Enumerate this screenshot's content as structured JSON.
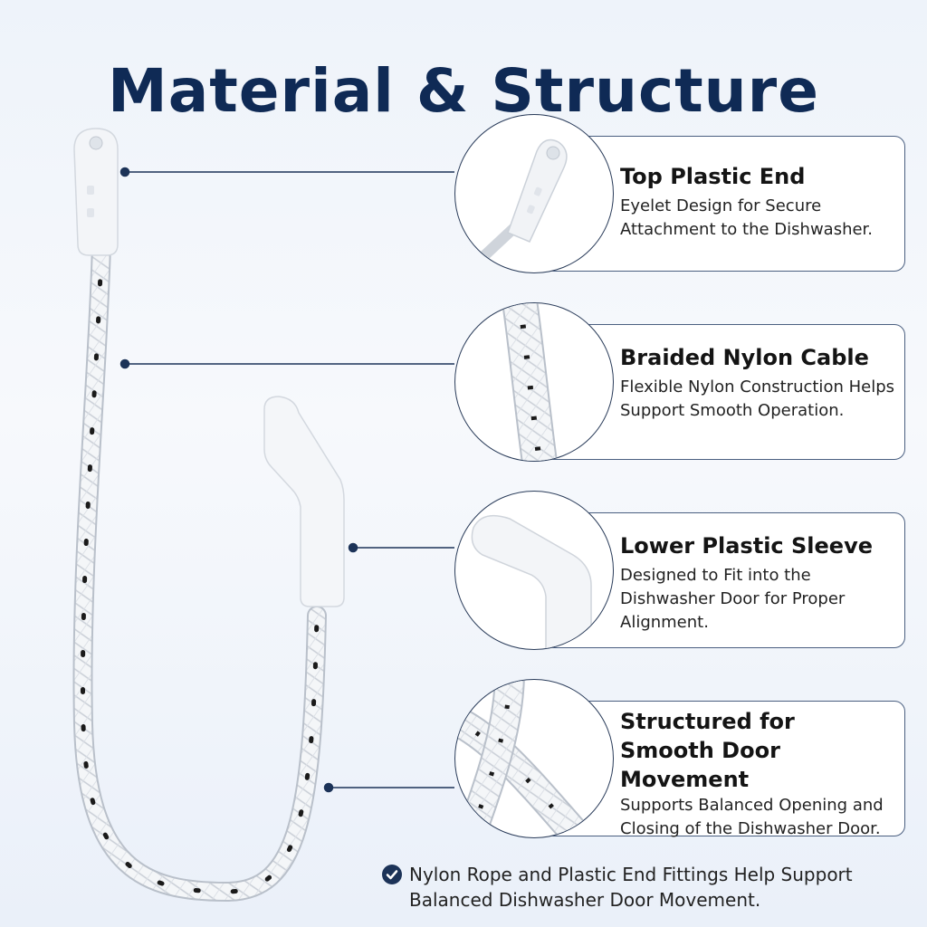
{
  "title": "Material & Structure",
  "features": [
    {
      "title": "Top Plastic End",
      "description": "Eyelet Design for Secure Attachment to the Dishwasher."
    },
    {
      "title": "Braided Nylon Cable",
      "description": "Flexible Nylon Construction Helps Support Smooth Operation."
    },
    {
      "title": "Lower Plastic Sleeve",
      "description": "Designed to Fit into the Dishwasher Door for Proper Alignment."
    },
    {
      "title": "Structured for Smooth Door Movement",
      "description": "Supports Balanced Opening and Closing of the Dishwasher Door."
    }
  ],
  "footer": {
    "icon": "check-circle-icon",
    "text": "Nylon Rope and Plastic End Fittings Help Support Balanced Dishwasher Door Movement."
  },
  "colors": {
    "title": "#0f2a55",
    "card_border": "#4a5f80",
    "pointer": "#1c3358",
    "rope": "#ffffff",
    "rope_fleck": "#1a1a1a"
  }
}
